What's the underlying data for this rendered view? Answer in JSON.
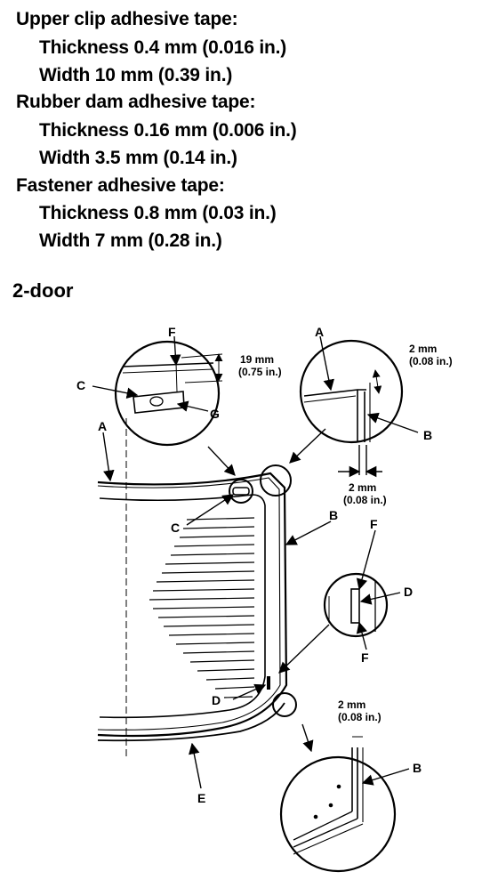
{
  "specs": [
    {
      "heading": "Upper clip adhesive tape:",
      "lines": [
        "Thickness 0.4 mm (0.016 in.)",
        "Width 10 mm (0.39 in.)"
      ]
    },
    {
      "heading": "Rubber dam adhesive tape:",
      "lines": [
        "Thickness 0.16 mm (0.006 in.)",
        "Width 3.5 mm (0.14 in.)"
      ]
    },
    {
      "heading": "Fastener adhesive tape:",
      "lines": [
        "Thickness 0.8 mm (0.03 in.)",
        "Width 7 mm (0.28 in.)"
      ]
    }
  ],
  "section_title": "2-door",
  "diagram": {
    "labels": {
      "A": "A",
      "B": "B",
      "C": "C",
      "D": "D",
      "E": "E",
      "F": "F",
      "G": "G"
    },
    "dimensions": {
      "clip_mm": "19 mm",
      "clip_in": "(0.75 in.)",
      "gap_mm": "2 mm",
      "gap_in": "(0.08 in.)"
    }
  }
}
